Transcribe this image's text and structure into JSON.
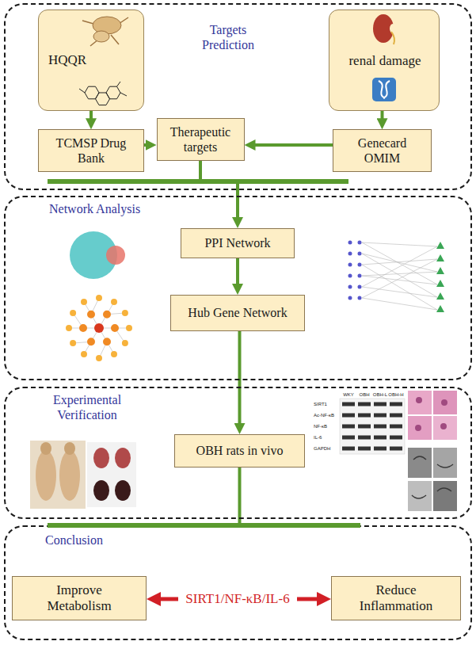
{
  "diagram": {
    "nodes": [
      {
        "text": [
          "Targets Prediction"
        ]
      },
      {
        "text": [
          "HQQR"
        ],
        "in": 0
      },
      {
        "text": [
          "renal damage"
        ],
        "in": 0
      },
      {
        "text": [
          "TCMSP Drug Bank"
        ],
        "in": 0
      },
      {
        "text": [
          "Therapeutic targets"
        ],
        "in": 0
      },
      {
        "text": [
          "Genecard OMIM"
        ],
        "in": 0
      },
      {
        "text": [
          "Network Analysis"
        ]
      },
      {
        "text": [
          "PPI Network"
        ],
        "in": 6
      },
      {
        "text": [
          "Hub Gene Network"
        ],
        "in": 6
      },
      {
        "text": [
          "Experimental Verification"
        ]
      },
      {
        "text": [
          "OBH rats in vivo"
        ],
        "in": 9
      },
      {
        "text": [
          "Conclusion"
        ]
      },
      {
        "text": [
          "Improve Metabolism"
        ],
        "in": 11
      },
      {
        "text": [
          "SIRT1/NF-κB/IL-6"
        ],
        "in": 11
      },
      {
        "text": [
          "Reduce Inflammation"
        ],
        "in": 11
      }
    ],
    "edges": [
      {
        "from": 1,
        "to": 3,
        "arrow": "to"
      },
      {
        "from": 2,
        "to": 5,
        "arrow": "to"
      },
      {
        "from": 3,
        "to": 4,
        "arrow": "to"
      },
      {
        "from": 5,
        "to": 4,
        "arrow": "to"
      },
      {
        "from": 4,
        "to": 7,
        "arrow": "to"
      },
      {
        "from": 7,
        "to": 8,
        "arrow": "to"
      },
      {
        "from": 8,
        "to": 10,
        "arrow": "to"
      },
      {
        "from": 10,
        "to": 11,
        "arrow": "none"
      },
      {
        "from": 13,
        "to": 12,
        "arrow": "to"
      },
      {
        "from": 13,
        "to": 14,
        "arrow": "to"
      }
    ],
    "labels": [
      "WKY",
      "OBH",
      "OBH-L",
      "OBH-H",
      "SIRT1",
      "Ac-NF-κB",
      "NF-κB",
      "IL-6",
      "GAPDH"
    ]
  }
}
